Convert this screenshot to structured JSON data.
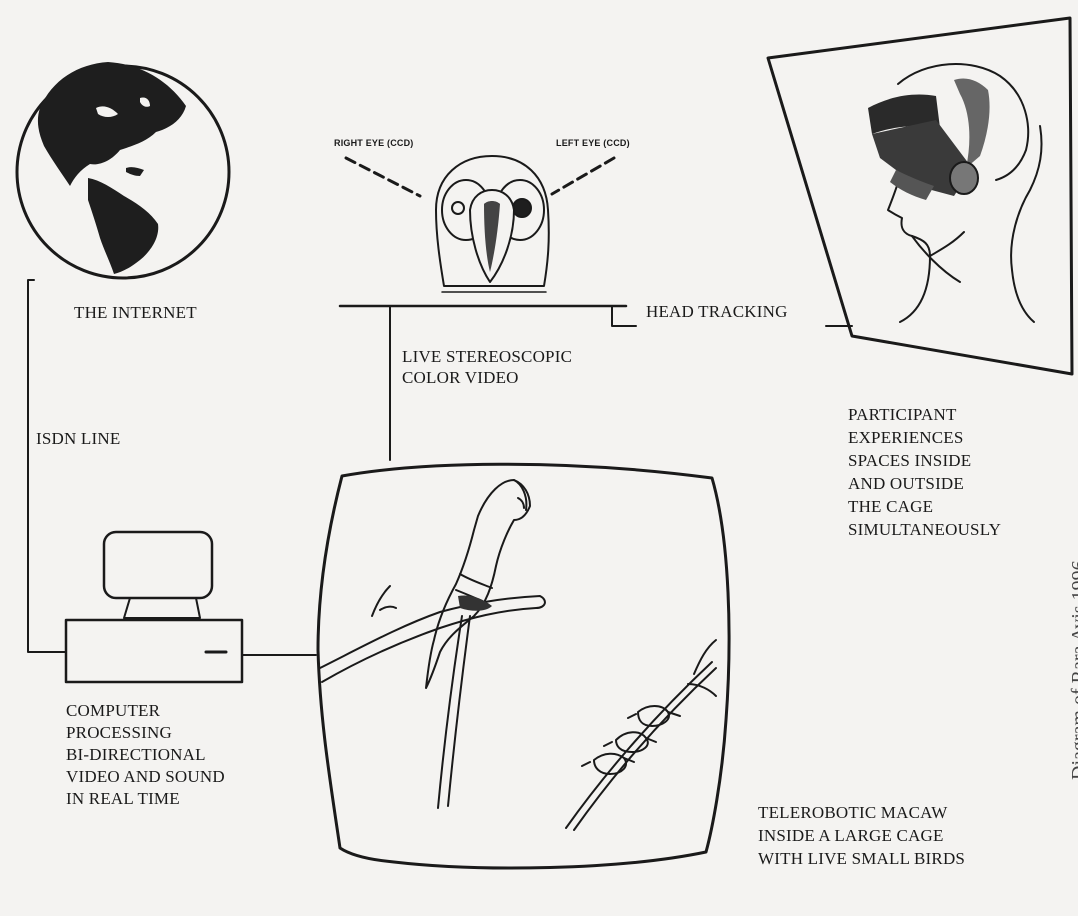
{
  "labels": {
    "internet": "THE INTERNET",
    "isdn": "ISDN LINE",
    "right_eye": "RIGHT EYE (CCD)",
    "left_eye": "LEFT EYE (CCD)",
    "video": [
      "LIVE STEREOSCOPIC",
      "COLOR VIDEO"
    ],
    "head_tracking": "HEAD TRACKING",
    "participant": [
      "PARTICIPANT",
      "EXPERIENCES",
      "SPACES INSIDE",
      "AND OUTSIDE",
      "THE CAGE",
      "SIMULTANEOUSLY"
    ],
    "computer": [
      "COMPUTER",
      "PROCESSING",
      "BI-DIRECTIONAL",
      "VIDEO AND SOUND",
      "IN REAL TIME"
    ],
    "macaw": [
      "TELEROBOTIC MACAW",
      "INSIDE A LARGE CAGE",
      "WITH LIVE SMALL BIRDS"
    ]
  },
  "caption": "Diagram of Rara Avis 1996",
  "colors": {
    "ink": "#1a1a1a",
    "paper": "#f4f3f1",
    "shade": "#555555"
  }
}
